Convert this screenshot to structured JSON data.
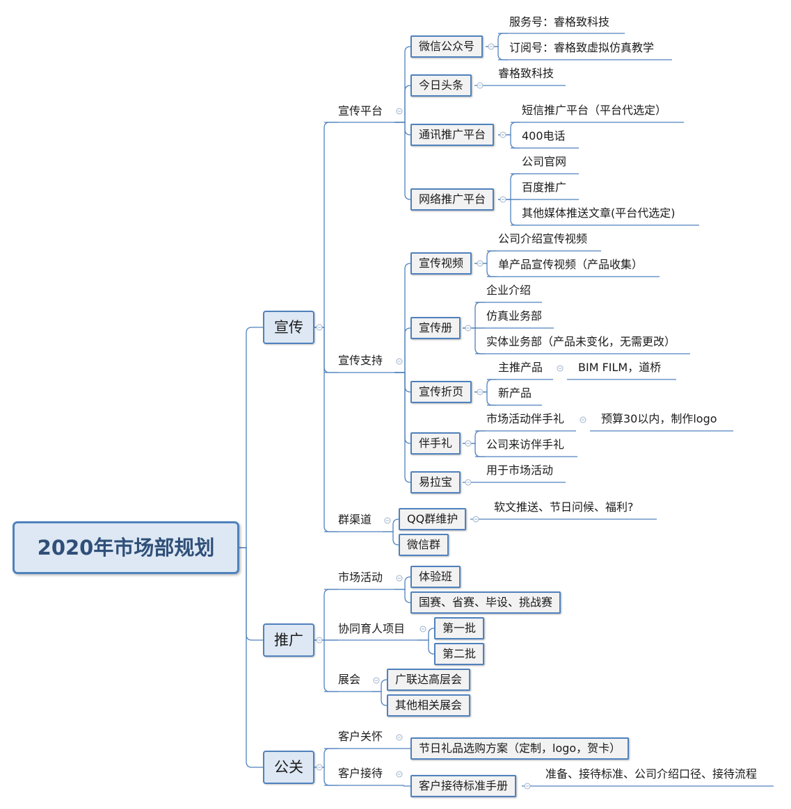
{
  "root": "2020年市场部规划",
  "branches": {
    "xuanchuan": {
      "label": "宣传",
      "platform": {
        "label": "宣传平台",
        "wechat": {
          "label": "微信公众号",
          "service": "服务号：睿格致科技",
          "subscription": "订阅号：睿格致虚拟仿真教学"
        },
        "toutiao": {
          "label": "今日头条",
          "account": "睿格致科技"
        },
        "telecom": {
          "label": "通讯推广平台",
          "sms": "短信推广平台（平台代选定）",
          "phone": "400电话"
        },
        "web": {
          "label": "网络推广平台",
          "site": "公司官网",
          "baidu": "百度推广",
          "other": "其他媒体推送文章(平台代选定)"
        }
      },
      "support": {
        "label": "宣传支持",
        "video": {
          "label": "宣传视频",
          "company": "公司介绍宣传视频",
          "product": "单产品宣传视频（产品收集）"
        },
        "brochure": {
          "label": "宣传册",
          "intro": "企业介绍",
          "sim": "仿真业务部",
          "physical": "实体业务部（产品未变化，无需更改）"
        },
        "folder": {
          "label": "宣传折页",
          "main": "主推产品",
          "main_detail": "BIM FILM，道桥",
          "new": "新产品"
        },
        "gift": {
          "label": "伴手礼",
          "event": "市场活动伴手礼",
          "event_detail": "预算30以内，制作logo",
          "visit": "公司来访伴手礼"
        },
        "rollup": {
          "label": "易拉宝",
          "use": "用于市场活动"
        }
      },
      "group": {
        "label": "群渠道",
        "qq": {
          "label": "QQ群维护",
          "detail": "软文推送、节日问候、福利?"
        },
        "wechat": "微信群"
      }
    },
    "tuiguang": {
      "label": "推广",
      "activity": {
        "label": "市场活动",
        "trial": "体验班",
        "contests": "国赛、省赛、毕设、挑战赛"
      },
      "project": {
        "label": "协同育人项目",
        "first": "第一批",
        "second": "第二批"
      },
      "exhibit": {
        "label": "展会",
        "gld": "广联达高层会",
        "other": "其他相关展会"
      }
    },
    "gongguan": {
      "label": "公关",
      "care": {
        "label": "客户关怀",
        "gift": "节日礼品选购方案（定制，logo，贺卡）"
      },
      "reception": {
        "label": "客户接待",
        "manual": "客户接待标准手册",
        "detail": "准备、接待标准、公司介绍口径、接待流程"
      }
    }
  },
  "colors": {
    "line": "#4f81bd",
    "node_fill": "#dde8f4",
    "box_fill": "#f2f2f2",
    "root_text": "#2f4f78"
  }
}
